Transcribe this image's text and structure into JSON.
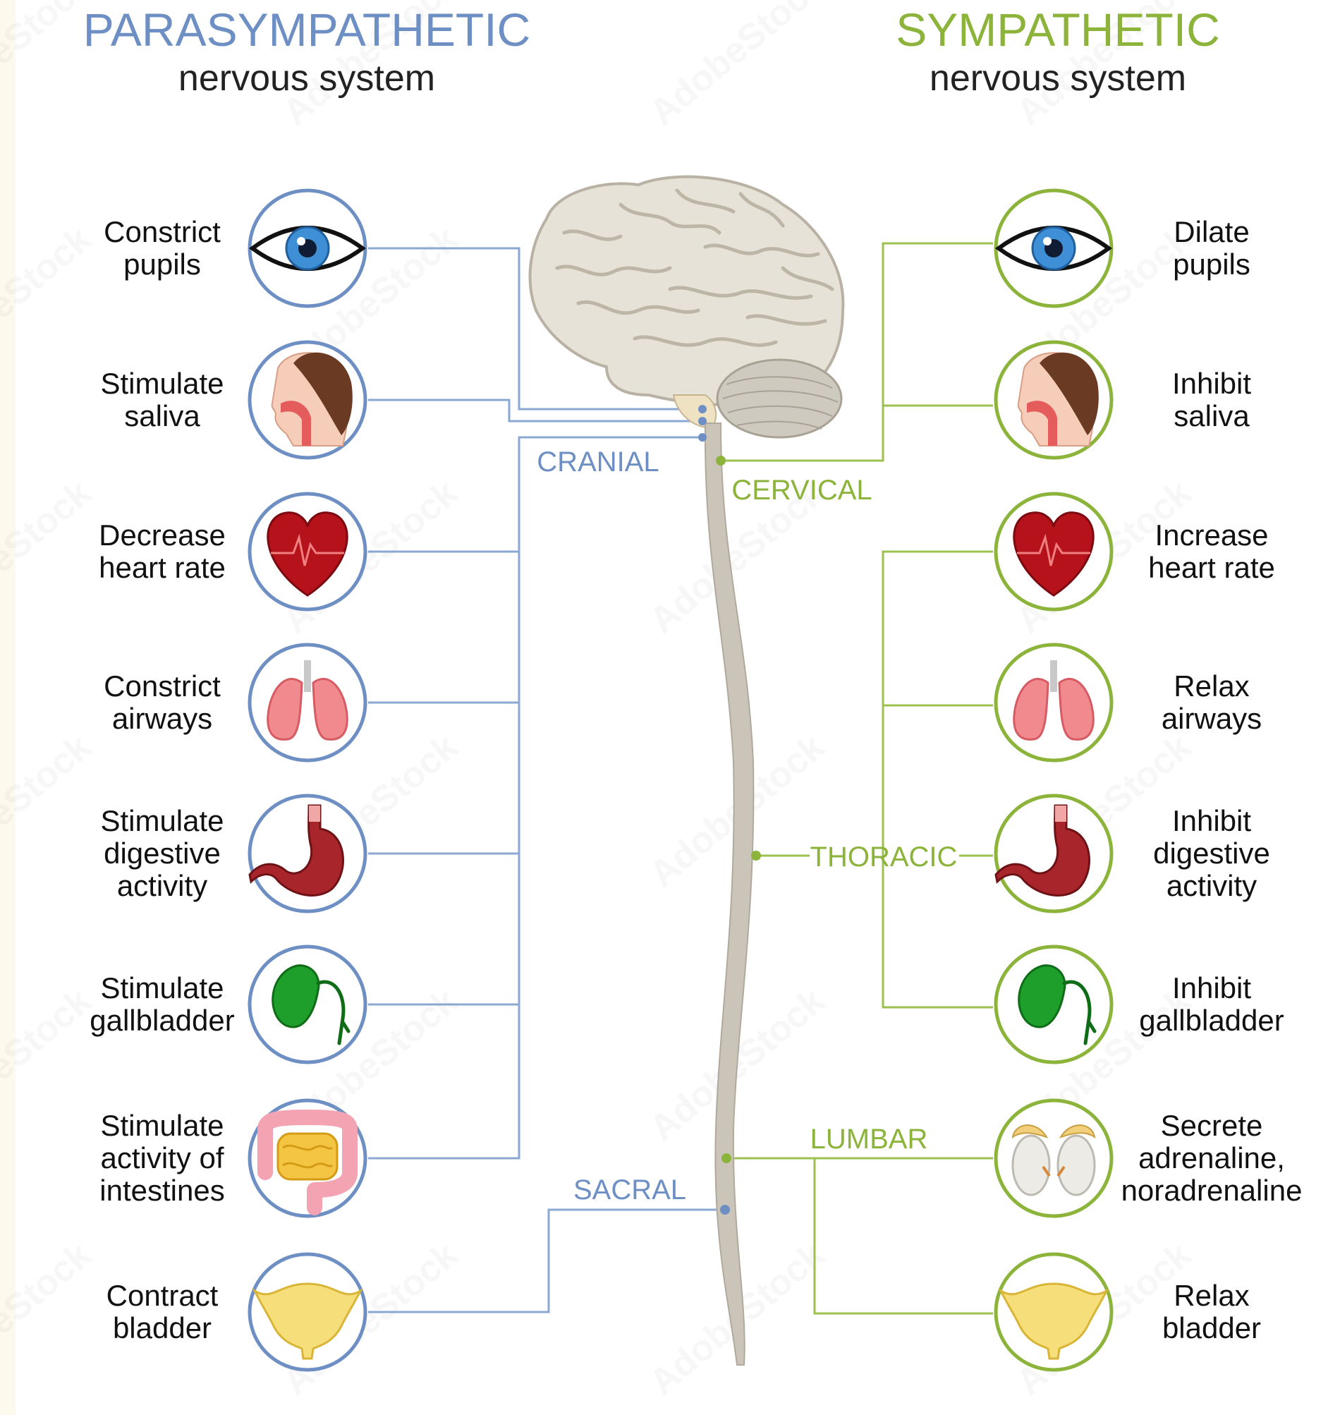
{
  "left": {
    "title": "PARASYMPATHETIC",
    "subtitle": "nervous system",
    "color": "#6d8fc4",
    "items": [
      {
        "icon": "eye-icon",
        "lines": [
          "Constrict",
          "pupils"
        ]
      },
      {
        "icon": "head-icon",
        "lines": [
          "Stimulate",
          "saliva"
        ]
      },
      {
        "icon": "heart-icon",
        "lines": [
          "Decrease",
          "heart rate"
        ]
      },
      {
        "icon": "lungs-icon",
        "lines": [
          "Constrict",
          "airways"
        ]
      },
      {
        "icon": "stomach-icon",
        "lines": [
          "Stimulate",
          "digestive",
          "activity"
        ]
      },
      {
        "icon": "gallbladder-icon",
        "lines": [
          "Stimulate",
          "gallbladder"
        ]
      },
      {
        "icon": "intestines-icon",
        "lines": [
          "Stimulate",
          "activity of",
          "intestines"
        ]
      },
      {
        "icon": "bladder-icon",
        "lines": [
          "Contract",
          "bladder"
        ]
      }
    ]
  },
  "right": {
    "title": "SYMPATHETIC",
    "subtitle": "nervous system",
    "color": "#8cb33a",
    "items": [
      {
        "icon": "eye-icon",
        "lines": [
          "Dilate",
          "pupils"
        ]
      },
      {
        "icon": "head-icon",
        "lines": [
          "Inhibit",
          "saliva"
        ]
      },
      {
        "icon": "heart-icon",
        "lines": [
          "Increase",
          "heart rate"
        ]
      },
      {
        "icon": "lungs-icon",
        "lines": [
          "Relax",
          "airways"
        ]
      },
      {
        "icon": "stomach-icon",
        "lines": [
          "Inhibit",
          "digestive",
          "activity"
        ]
      },
      {
        "icon": "gallbladder-icon",
        "lines": [
          "Inhibit",
          "gallbladder"
        ]
      },
      {
        "icon": "adrenal-icon",
        "lines": [
          "Secrete",
          "adrenaline,",
          "noradrenaline"
        ]
      },
      {
        "icon": "bladder-icon",
        "lines": [
          "Relax",
          "bladder"
        ]
      }
    ]
  },
  "regions": {
    "cranial": "CRANIAL",
    "cervical": "CERVICAL",
    "thoracic": "THORACIC",
    "lumbar": "LUMBAR",
    "sacral": "SACRAL"
  },
  "watermark": "AdobeStock"
}
